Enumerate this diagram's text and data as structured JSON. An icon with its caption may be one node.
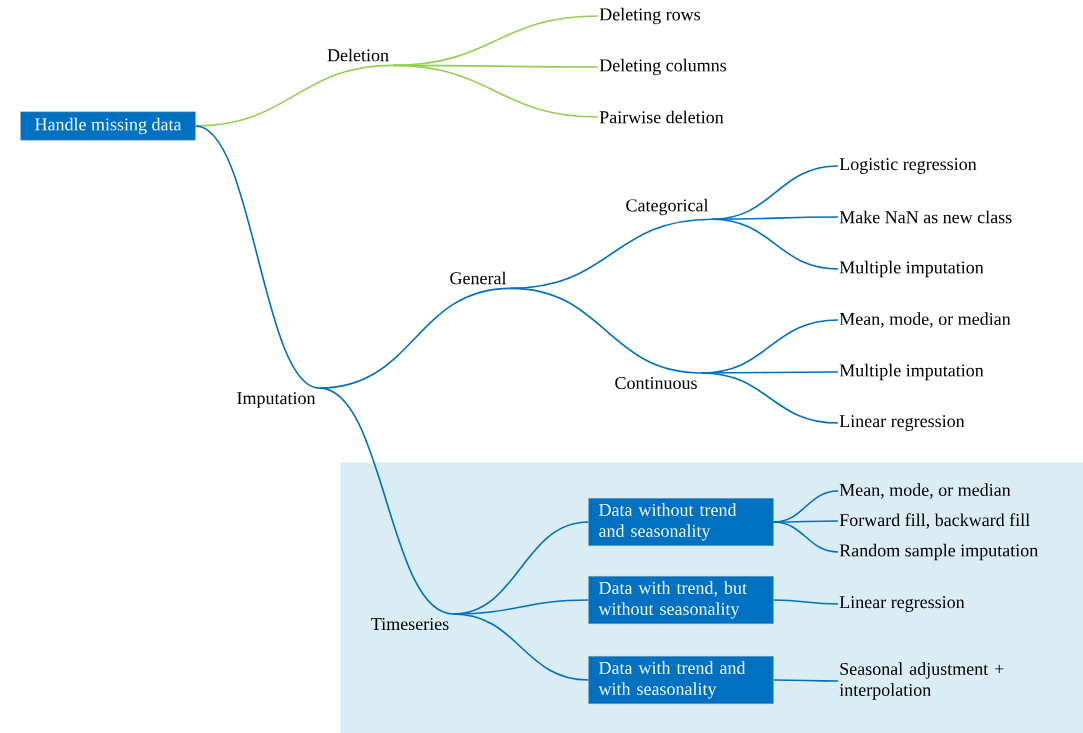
{
  "diagram": {
    "nodes": [
      {
        "text": [
          "Handle missing data"
        ]
      },
      {
        "text": [
          "Deletion"
        ]
      },
      {
        "text": [
          "Deleting rows"
        ]
      },
      {
        "text": [
          "Deleting columns"
        ]
      },
      {
        "text": [
          "Pairwise deletion"
        ]
      },
      {
        "text": [
          "Imputation"
        ]
      },
      {
        "text": [
          "General"
        ]
      },
      {
        "text": [
          "Categorical"
        ]
      },
      {
        "text": [
          "Logistic regression"
        ]
      },
      {
        "text": [
          "Make NaN as new class"
        ]
      },
      {
        "text": [
          "Multiple imputation"
        ]
      },
      {
        "text": [
          "Continuous"
        ]
      },
      {
        "text": [
          "Mean, mode, or median"
        ]
      },
      {
        "text": [
          "Multiple imputation"
        ]
      },
      {
        "text": [
          "Linear regression"
        ]
      },
      {
        "text": [],
        "shape": "box"
      },
      {
        "text": [
          "Timeseries"
        ],
        "in": 15
      },
      {
        "text": [
          "Data without trend and seasonality"
        ],
        "in": 15
      },
      {
        "text": [
          "Mean, mode, or median"
        ],
        "in": 15
      },
      {
        "text": [
          "Forward fill, backward fill"
        ],
        "in": 15
      },
      {
        "text": [
          "Random sample imputation"
        ],
        "in": 15
      },
      {
        "text": [
          "Data with trend, but without seasonality"
        ],
        "in": 15
      },
      {
        "text": [
          "Linear regression"
        ],
        "in": 15
      },
      {
        "text": [
          "Data with trend and with seasonality"
        ],
        "in": 15
      },
      {
        "text": [
          "Seasonal adjustment + interpolation"
        ],
        "in": 15
      }
    ],
    "edges": [
      {
        "from": 0,
        "to": 1,
        "arrow": "none",
        "color": "#92d050"
      },
      {
        "from": 1,
        "to": 2,
        "arrow": "none",
        "color": "#92d050"
      },
      {
        "from": 1,
        "to": 3,
        "arrow": "none",
        "color": "#92d050"
      },
      {
        "from": 1,
        "to": 4,
        "arrow": "none",
        "color": "#92d050"
      },
      {
        "from": 0,
        "to": 5,
        "arrow": "none"
      },
      {
        "from": 5,
        "to": 6,
        "arrow": "none"
      },
      {
        "from": 6,
        "to": 7,
        "arrow": "none"
      },
      {
        "from": 7,
        "to": 8,
        "arrow": "none"
      },
      {
        "from": 7,
        "to": 9,
        "arrow": "none"
      },
      {
        "from": 7,
        "to": 10,
        "arrow": "none"
      },
      {
        "from": 6,
        "to": 11,
        "arrow": "none"
      },
      {
        "from": 11,
        "to": 12,
        "arrow": "none"
      },
      {
        "from": 11,
        "to": 13,
        "arrow": "none"
      },
      {
        "from": 11,
        "to": 14,
        "arrow": "none"
      },
      {
        "from": 5,
        "to": 16,
        "arrow": "none"
      },
      {
        "from": 16,
        "to": 17,
        "arrow": "none"
      },
      {
        "from": 16,
        "to": 21,
        "arrow": "none"
      },
      {
        "from": 16,
        "to": 23,
        "arrow": "none"
      },
      {
        "from": 17,
        "to": 18,
        "arrow": "none"
      },
      {
        "from": 17,
        "to": 19,
        "arrow": "none"
      },
      {
        "from": 17,
        "to": 20,
        "arrow": "none"
      },
      {
        "from": 21,
        "to": 22,
        "arrow": "none"
      },
      {
        "from": 23,
        "to": 24,
        "arrow": "none"
      }
    ]
  }
}
